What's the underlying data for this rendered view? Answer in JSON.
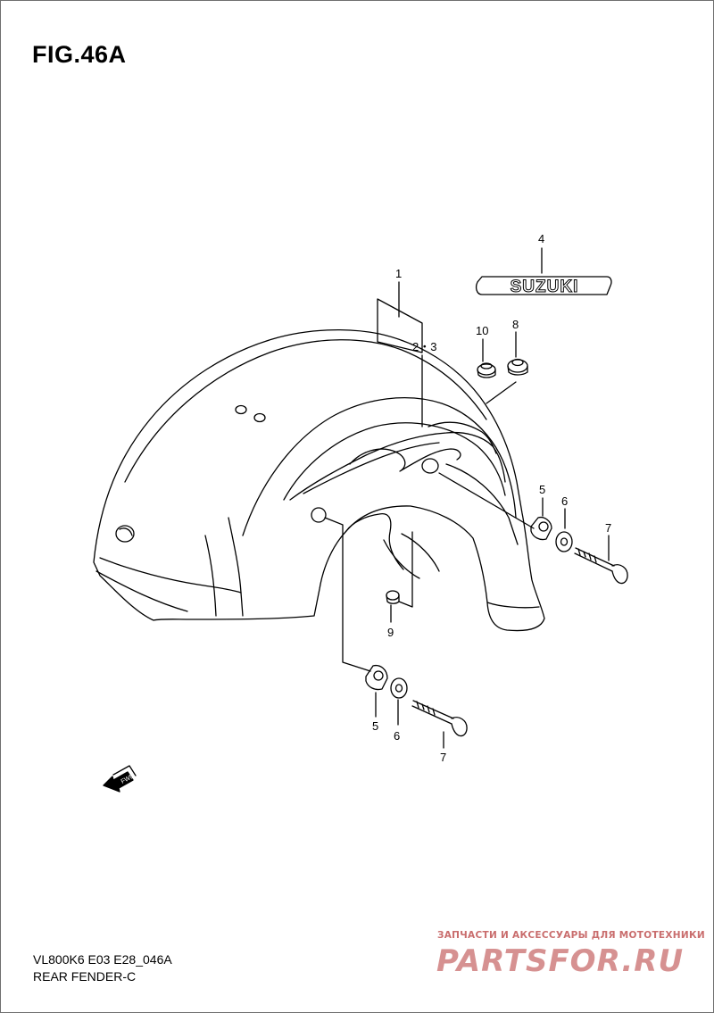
{
  "figure": {
    "title": "FIG.46A",
    "model_code": "VL800K6 E03 E28_046A",
    "section_name": "REAR FENDER-C"
  },
  "callouts": {
    "c1": "1",
    "c23": "2・3",
    "c4": "4",
    "c8": "8",
    "c10": "10",
    "c5a": "5",
    "c6a": "6",
    "c7a": "7",
    "c9": "9",
    "c5b": "5",
    "c6b": "6",
    "c7b": "7"
  },
  "emblem_text": "SUZUKI",
  "fwd_arrow_text": "FWD",
  "watermark": {
    "caption": "ЗАПЧАСТИ И АКСЕССУАРЫ ДЛЯ МОТОТЕХНИКИ",
    "logo": "PARTSFOR.RU",
    "color": "#c96d6d"
  }
}
